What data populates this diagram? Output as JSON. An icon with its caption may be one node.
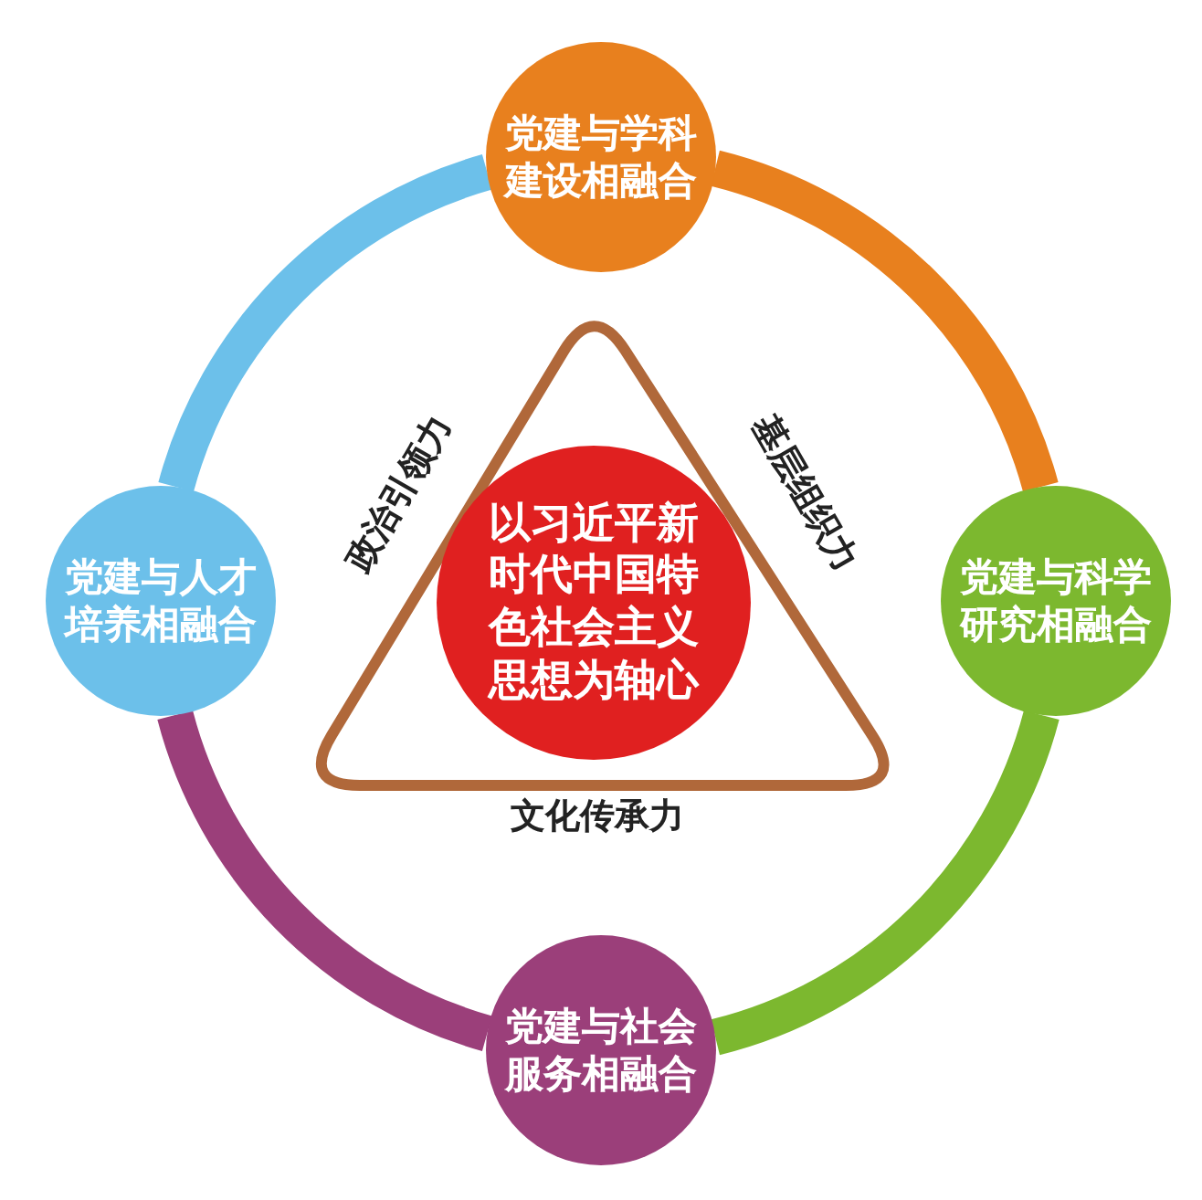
{
  "diagram": {
    "nodes": [
      {
        "text": [
          "党建与学科建设相融合"
        ]
      },
      {
        "text": [
          "党建与人才培养相融合"
        ]
      },
      {
        "text": [
          "政治引领力",
          "基层组织力",
          "文化传承力"
        ]
      },
      {
        "text": [
          "以习近平新时代中国特色社会主义思想为轴心"
        ],
        "in": 2
      },
      {
        "text": [
          "党建与科学研究相融合"
        ]
      },
      {
        "text": [
          "党建与社会服务相融合"
        ]
      }
    ],
    "edges": [
      {
        "from": 0,
        "to": 4,
        "arrow": "none",
        "color": "#e8801e"
      },
      {
        "from": 4,
        "to": 5,
        "arrow": "none",
        "color": "#7cb82f"
      },
      {
        "from": 5,
        "to": 1,
        "arrow": "none",
        "color": "#9b3f7a"
      },
      {
        "from": 1,
        "to": 0,
        "arrow": "none",
        "color": "#6cc0ea"
      }
    ]
  }
}
